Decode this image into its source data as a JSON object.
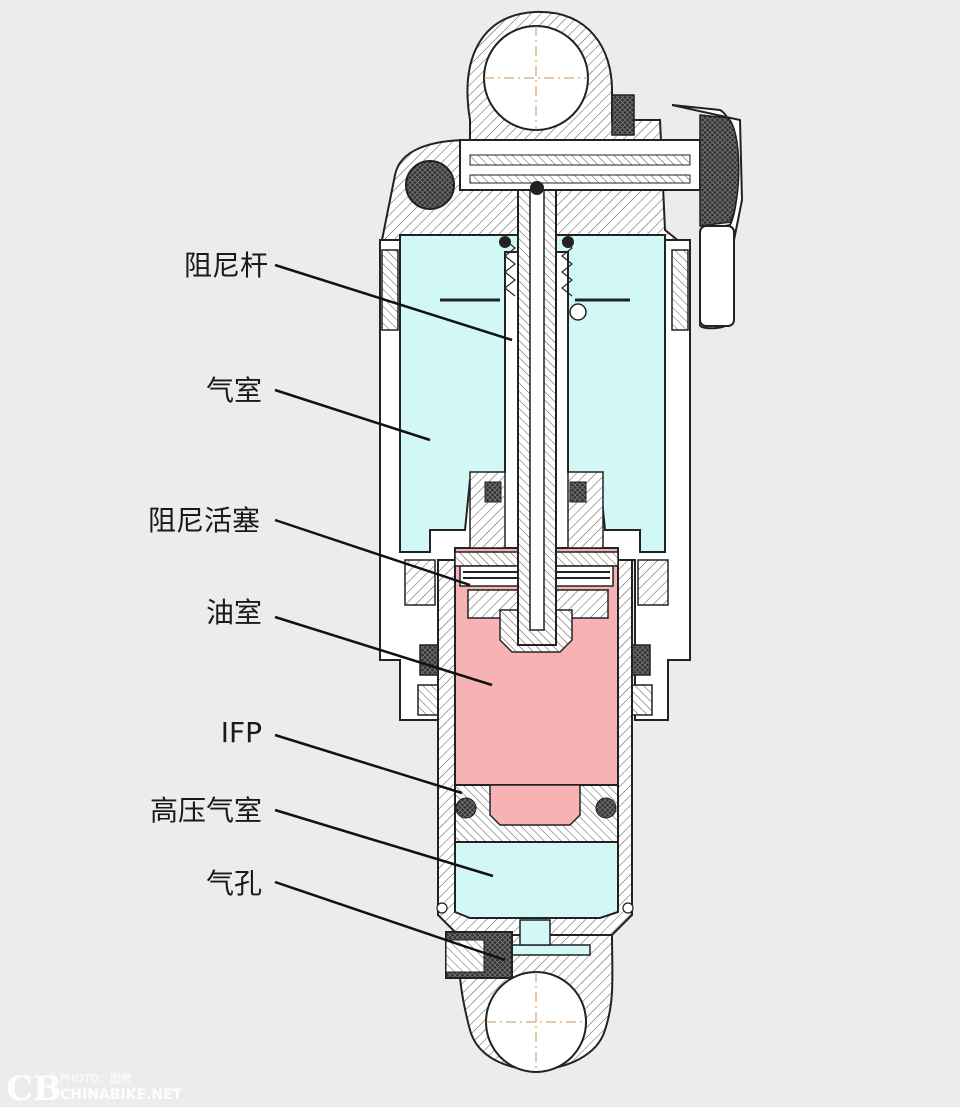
{
  "labels": {
    "damper_rod": "阻尼杆",
    "air_chamber": "气室",
    "damper_piston": "阻尼活塞",
    "oil_chamber": "油室",
    "ifp": "IFP",
    "high_pressure_chamber": "高压气室",
    "air_port": "气孔"
  },
  "watermark": {
    "logo": "CB",
    "photo_credit": "PHOTO：图帝",
    "site": "CHINABIKE.NET"
  },
  "colors": {
    "background": "#ececec",
    "air_chamber": "#d2f7f7",
    "oil_chamber": "#f7b3b3",
    "metal": "#ffffff",
    "outline": "#222222",
    "callout_line": "#111111",
    "center_line": "#c8905a"
  }
}
